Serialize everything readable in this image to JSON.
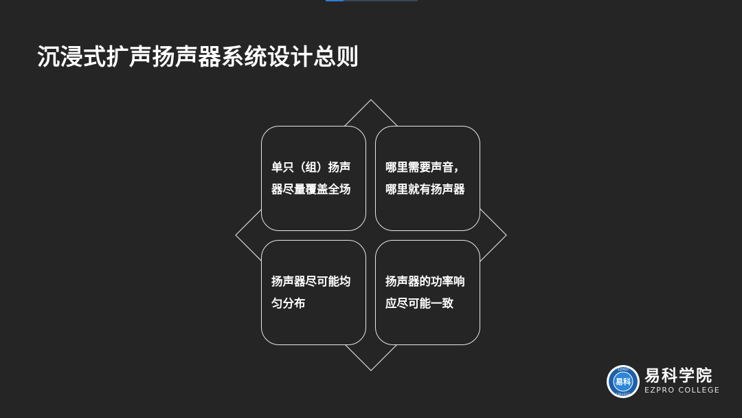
{
  "slide": {
    "title": "沉浸式扩声扬声器系统设计总则",
    "background_color": "#252525",
    "accent_color": "#2b7fd6"
  },
  "principles": [
    {
      "text": "单只（组）扬声器尽量覆盖全场"
    },
    {
      "text": "哪里需要声音，哪里就有扬声器"
    },
    {
      "text": "扬声器尽可能均匀分布"
    },
    {
      "text": "扬声器的功率响应尽可能一致"
    }
  ],
  "logo": {
    "name_cn": "易科学院",
    "name_en": "EZPRO COLLEGE",
    "badge_top": "EZPRO",
    "badge_center": "易科",
    "badge_bottom": "COLLEGE",
    "icon": "ezpro-college-badge-icon"
  }
}
